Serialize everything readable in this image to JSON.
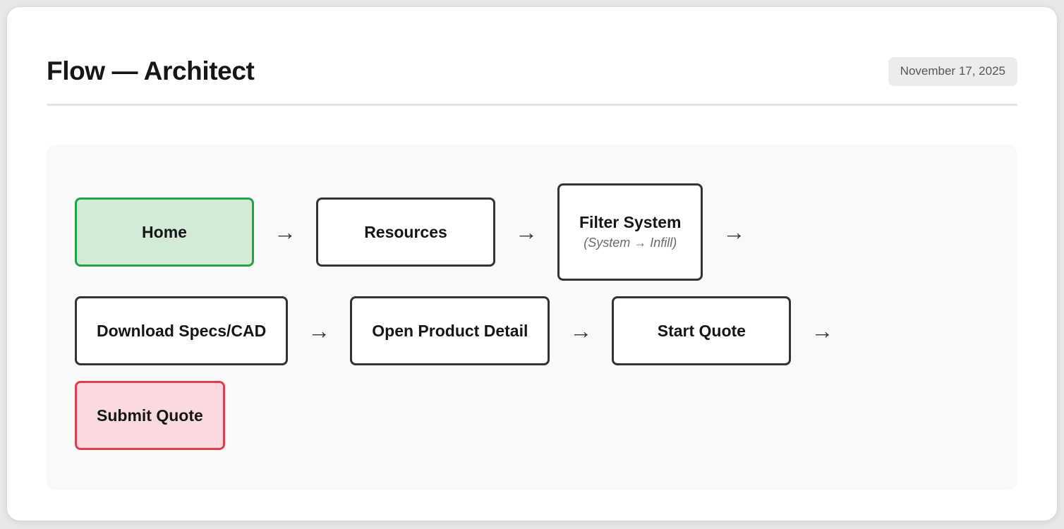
{
  "header": {
    "title": "Flow — Architect",
    "date_badge": "November 17, 2025"
  },
  "flow": {
    "steps": [
      {
        "label": "Home",
        "sub": "",
        "style": "start",
        "arrow_after": "→"
      },
      {
        "label": "Resources",
        "sub": "",
        "style": "plain",
        "arrow_after": "→"
      },
      {
        "label": "Filter System",
        "sub": "(System → Infill)",
        "style": "plain",
        "arrow_after": "→"
      },
      {
        "label": "Download Specs/CAD",
        "sub": "",
        "style": "plain",
        "arrow_after": "→"
      },
      {
        "label": "Open Product Detail",
        "sub": "",
        "style": "plain",
        "arrow_after": "→"
      },
      {
        "label": "Start Quote",
        "sub": "",
        "style": "plain",
        "arrow_after": "→"
      },
      {
        "label": "Submit Quote",
        "sub": "",
        "style": "end",
        "arrow_after": ""
      }
    ]
  },
  "colors": {
    "start_border": "#23a344",
    "start_fill": "#d3ead6",
    "end_border": "#e23d4c",
    "end_fill": "#fadade",
    "node_border": "#333333",
    "panel_bg": "#f9f9f9"
  }
}
